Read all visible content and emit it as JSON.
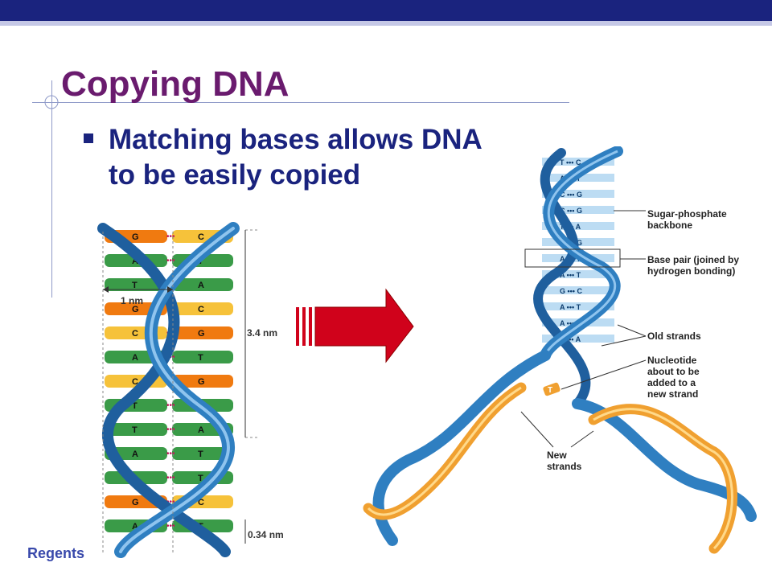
{
  "slide": {
    "title": "Copying DNA",
    "bullet": "Matching bases allows DNA to be easily copied",
    "footer": "Regents"
  },
  "left_diagram": {
    "width_label": "1 nm",
    "turn_label": "3.4 nm",
    "rise_label": "0.34 nm",
    "pairs": [
      {
        "left": "G",
        "right": "C"
      },
      {
        "left": "A",
        "right": "T"
      },
      {
        "left": "T",
        "right": "A"
      },
      {
        "left": "G",
        "right": "C"
      },
      {
        "left": "C",
        "right": "G"
      },
      {
        "left": "A",
        "right": "T"
      },
      {
        "left": "C",
        "right": "G"
      },
      {
        "left": "T",
        "right": "A"
      },
      {
        "left": "T",
        "right": "A"
      },
      {
        "left": "A",
        "right": "T"
      },
      {
        "left": "A",
        "right": "T"
      },
      {
        "left": "G",
        "right": "C"
      },
      {
        "left": "A",
        "right": "T"
      }
    ]
  },
  "right_diagram": {
    "labels": {
      "backbone": "Sugar-phosphate backbone",
      "base_pair": "Base pair (joined by hydrogen bonding)",
      "old_strands": "Old strands",
      "nucleotide": "Nucleotide about to be added to a new strand",
      "new_strands": "New strands"
    },
    "top_pairs": [
      {
        "left": "T",
        "right": "C"
      },
      {
        "left": "A",
        "right": "T"
      },
      {
        "left": "C",
        "right": "G"
      },
      {
        "left": "C",
        "right": "G"
      },
      {
        "left": "T",
        "right": "A"
      },
      {
        "left": "C",
        "right": "G"
      },
      {
        "left": "A",
        "right": "T"
      },
      {
        "left": "A",
        "right": "T"
      },
      {
        "left": "G",
        "right": "C"
      },
      {
        "left": "A",
        "right": "T"
      },
      {
        "left": "A",
        "right": "T"
      },
      {
        "left": "T",
        "right": "A"
      }
    ],
    "nucleotide_letter": "T"
  },
  "colors": {
    "topbar": "#1a237e",
    "title": "#6a1b6e",
    "text": "#1a237e",
    "arrow": "#d0021b",
    "strand_blue": "#2f7fc1",
    "strand_orange": "#f0a030",
    "base_green": "#3a9b48",
    "base_orange": "#f07a10",
    "base_yellow": "#f6c23a"
  }
}
